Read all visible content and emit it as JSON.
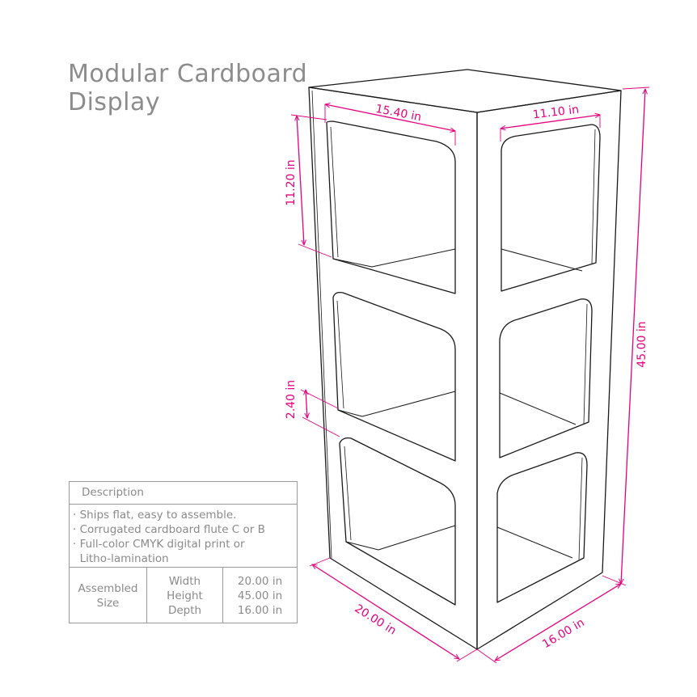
{
  "title": {
    "line1": "Modular Cardboard",
    "line2": "Display"
  },
  "dimensions": {
    "front_opening_width": "15.40 in",
    "side_opening_width": "11.10 in",
    "opening_height": "11.20 in",
    "shelf_gap": "2.40 in",
    "total_height": "45.00 in",
    "base_width": "20.00 in",
    "base_depth": "16.00 in"
  },
  "description": {
    "header": "Description",
    "bullets": [
      "· Ships flat, easy to assemble.",
      "· Corrugated cardboard flute C or B",
      "· Full-color CMYK digital print or",
      "  Litho-lamination"
    ],
    "spec_label_line1": "Assembled",
    "spec_label_line2": "Size",
    "spec_names": [
      "Width",
      "Height",
      "Depth"
    ],
    "spec_values": [
      "20.00 in",
      "45.00 in",
      "16.00 in"
    ]
  },
  "colors": {
    "dimension": "#e6007e",
    "outline": "#1a1a1a",
    "text": "#8c8c8c"
  }
}
